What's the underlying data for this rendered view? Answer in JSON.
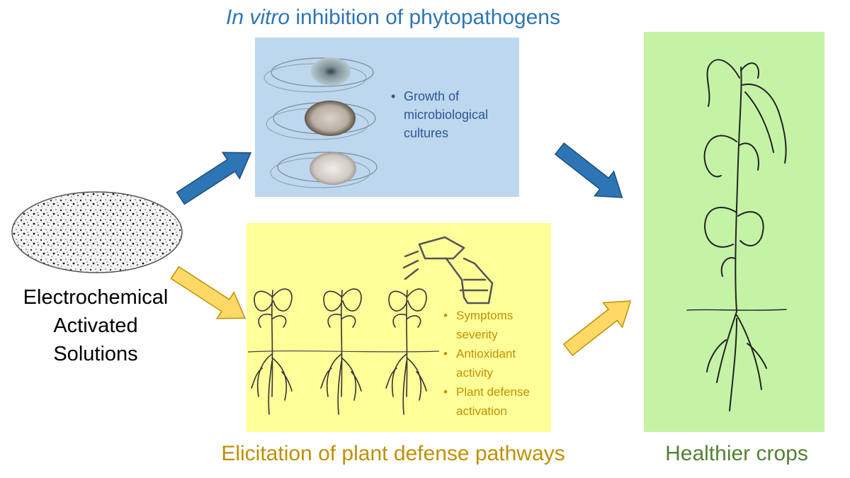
{
  "titles": {
    "top_italic": "In vitro",
    "top_rest": " inhibition of phytopathogens",
    "bottom": "Elicitation of plant defense pathways",
    "right": "Healthier crops"
  },
  "left_label": [
    "Electrochemical",
    "Activated",
    "Solutions"
  ],
  "blue_panel": {
    "bullets": [
      "Growth of microbiological cultures"
    ]
  },
  "yellow_panel": {
    "bullets": [
      "Symptoms severity",
      "Antioxidant activity",
      "Plant defense activation"
    ]
  },
  "colors": {
    "blue_arrow": "#2e75b6",
    "yellow_arrow": "#ffd966",
    "blue_panel": "#bdd7ee",
    "yellow_panel": "#ffff99",
    "green_panel": "#c5f3a6"
  }
}
